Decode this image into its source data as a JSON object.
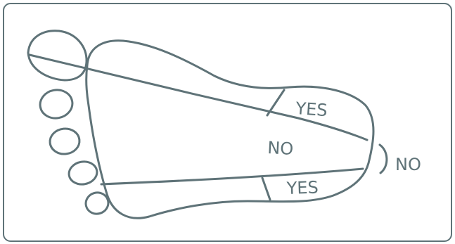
{
  "colors": {
    "ink": "#5f7378",
    "background": "#ffffff"
  },
  "labels": {
    "upper_yes": "YES",
    "middle_no": "NO",
    "lower_yes": "YES",
    "side_no": "NO"
  }
}
